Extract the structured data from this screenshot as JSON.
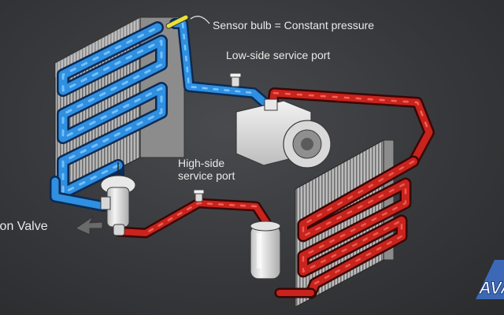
{
  "labels": {
    "sensor_bulb": "Sensor bulb = Constant pressure",
    "low_side_port": "Low-side service port",
    "high_side_port_line1": "High-side",
    "high_side_port_line2": "service port",
    "expansion_valve": "sion Valve"
  },
  "logo_text": "AVA",
  "colors": {
    "background": "#3a3b3e",
    "low_side_blue": "#2f8fe0",
    "high_side_red": "#c8231c",
    "sensor_bulb_yellow": "#e8e23a",
    "label_text": "#e9e9e9",
    "component_body": "#e6e6e6"
  }
}
